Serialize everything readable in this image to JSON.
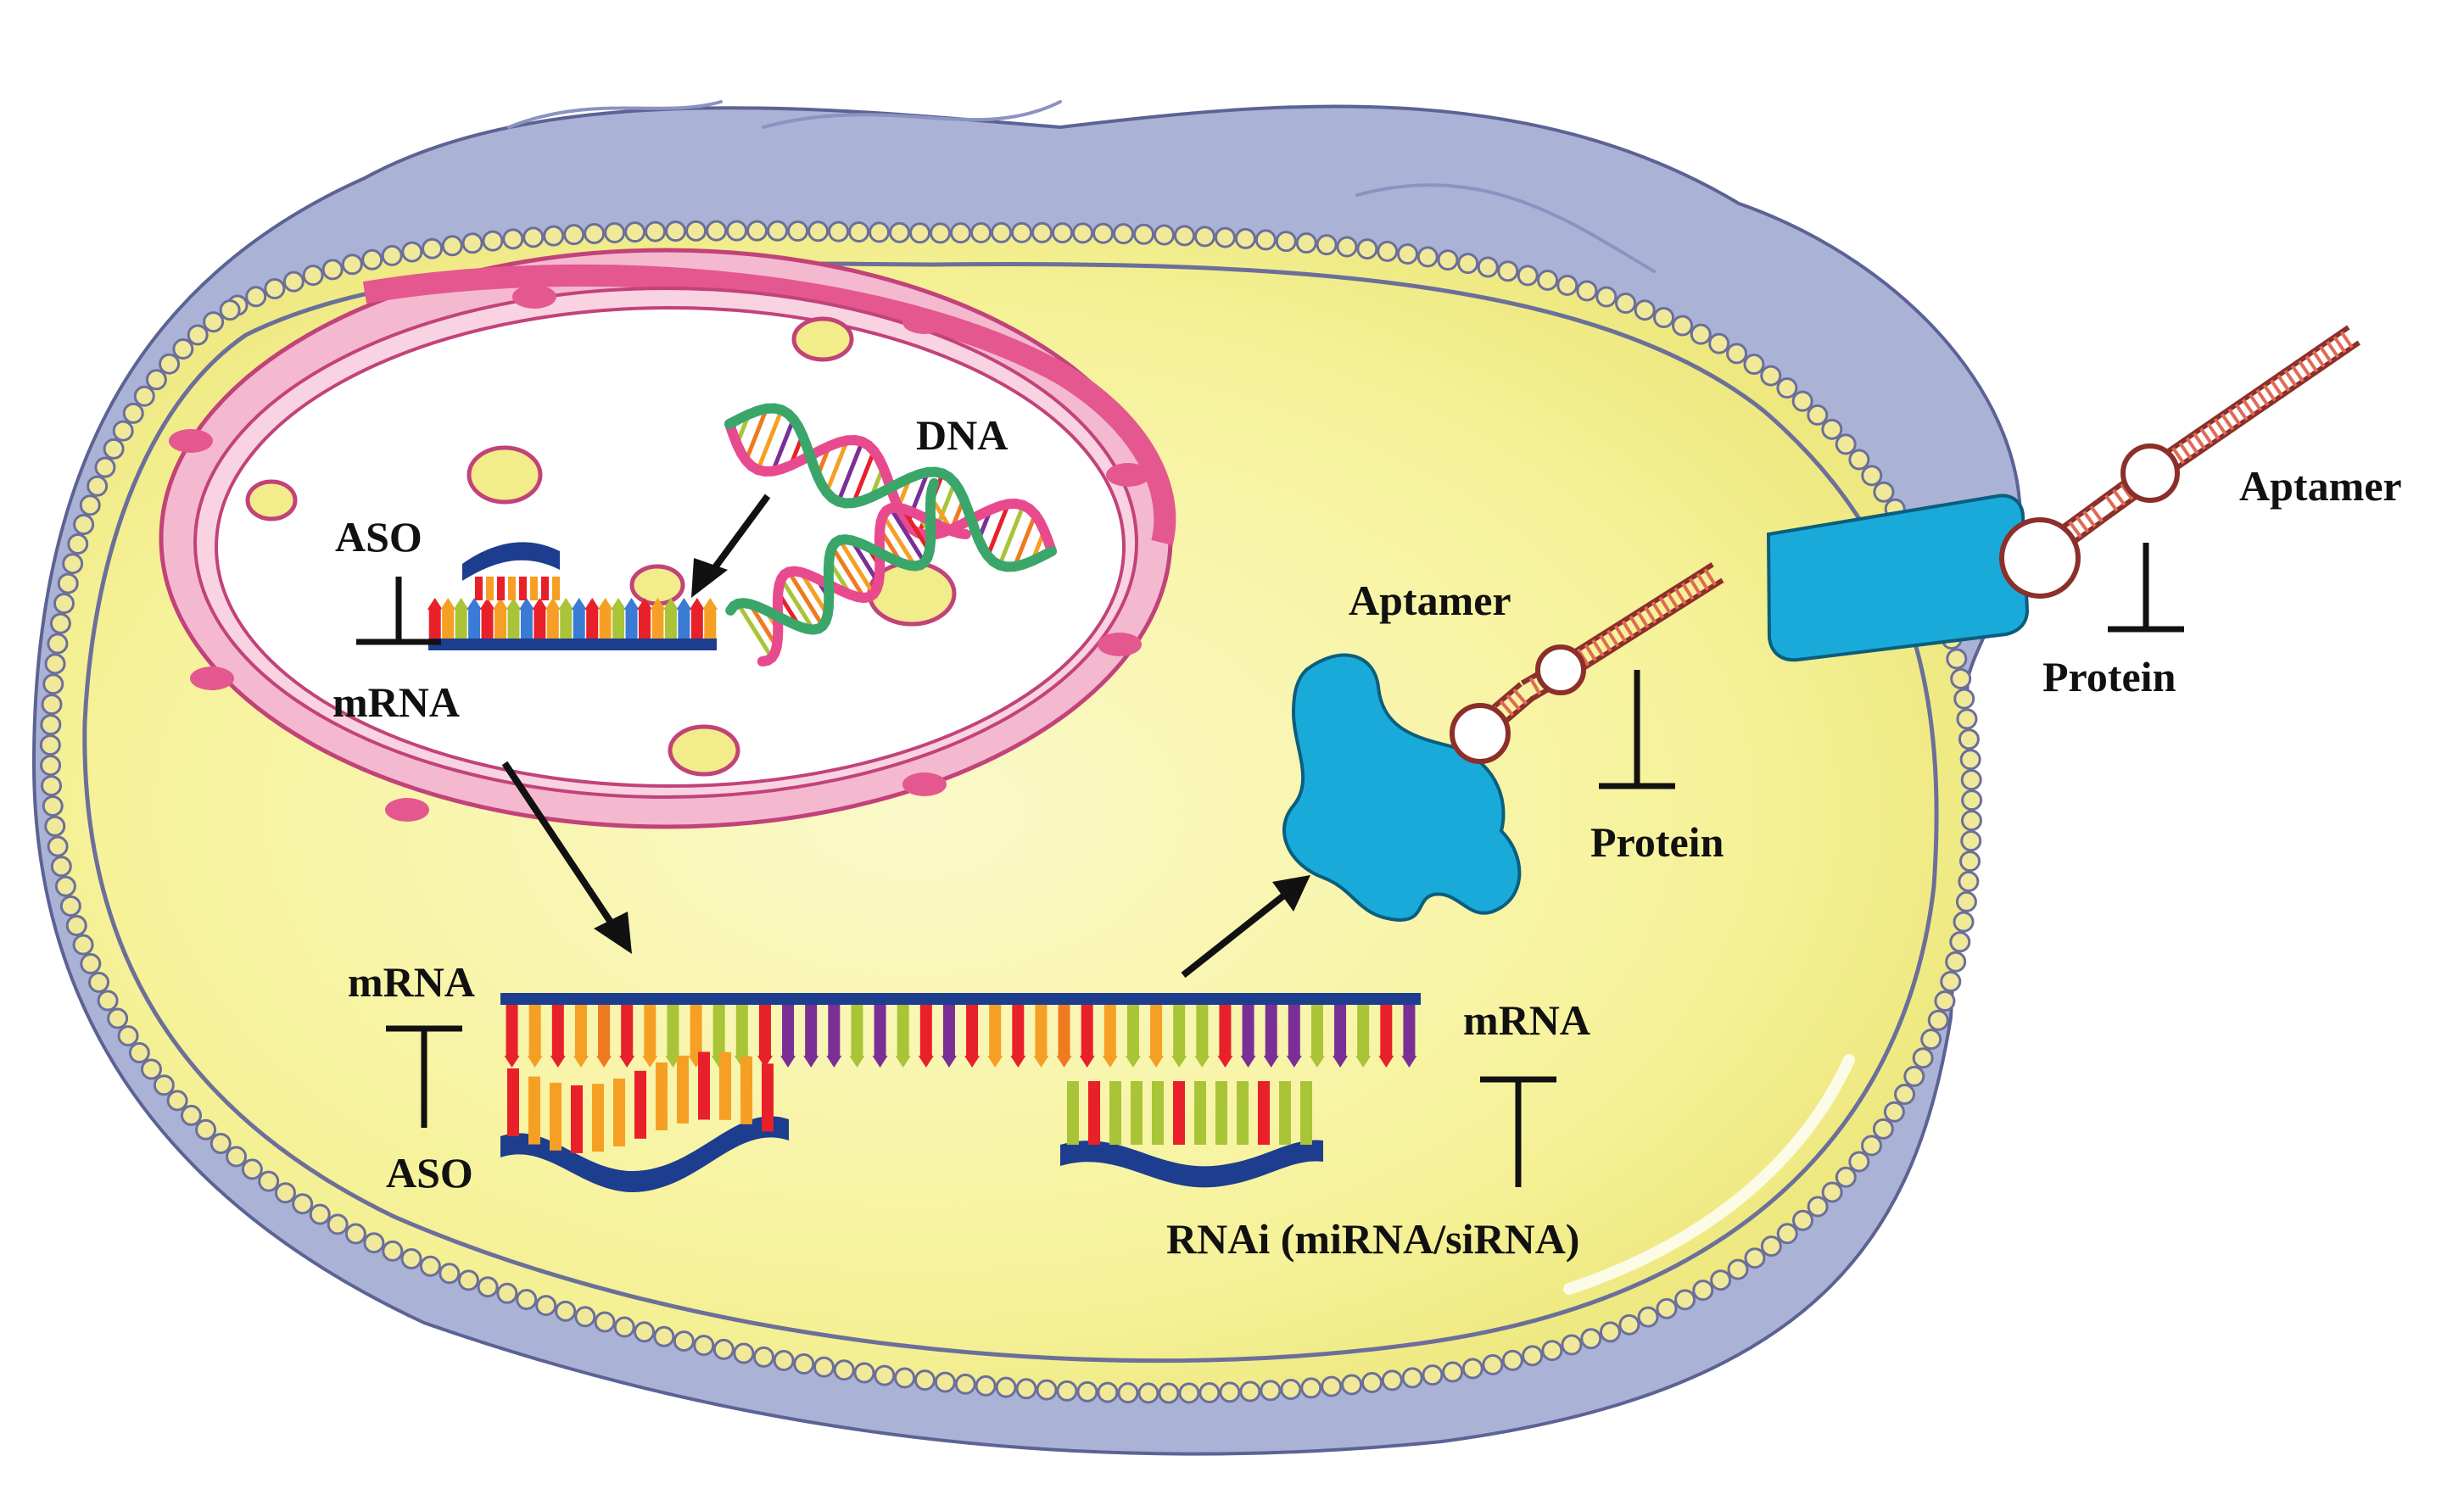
{
  "labels": {
    "dna": "DNA",
    "aso_nucleus": "ASO",
    "mrna_nucleus": "mRNA",
    "mrna_cytoplasm_left": "mRNA",
    "aso_cytoplasm": "ASO",
    "mrna_cytoplasm_right": "mRNA",
    "rnai": "RNAi (miRNA/siRNA)",
    "aptamer_inner": "Aptamer",
    "protein_inner": "Protein",
    "aptamer_outer": "Aptamer",
    "protein_outer": "Protein"
  },
  "colors": {
    "cytoplasm": "#f7f4a0",
    "cell_outer": "#aab3d6",
    "membrane_bead": "#f1e99a",
    "membrane_line": "#6b6f9a",
    "nuclear_envelope": "#f4b9cf",
    "nuclear_envelope_dark": "#e5578f",
    "protein": "#1aaad9",
    "mrna_backbone": "#1d3d8f",
    "aptamer": "#8c2f2a",
    "base_palette": [
      "#e8202a",
      "#f5a025",
      "#a9c437",
      "#7a2f96",
      "#f07a1f"
    ]
  }
}
